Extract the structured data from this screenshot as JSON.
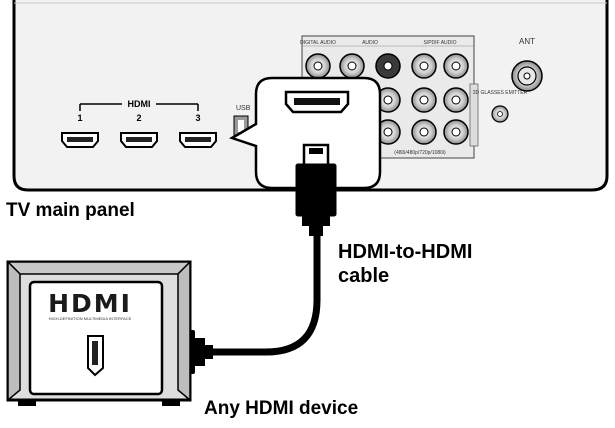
{
  "labels": {
    "tv_panel": "TV main panel",
    "cable_line1": "HDMI-to-HDMI",
    "cable_line2": "cable",
    "device": "Any HDMI device"
  },
  "tv_panel": {
    "hdmi_group_label": "HDMI",
    "hdmi_ports": [
      "1",
      "2",
      "3"
    ],
    "usb_label": "USB",
    "ant_label": "ANT",
    "audio_label": "AUDIO",
    "digital_audio_label": "DIGITAL AUDIO",
    "spdif_label": "S/PDIF AUDIO",
    "emitter_label": "3D GLASSES EMITTER",
    "component_label": "(480i/480p/720p/1080i)"
  },
  "device": {
    "logo_text": "HDMI",
    "logo_tagline": "HIGH-DEFINITION MULTIMEDIA INTERFACE"
  },
  "colors": {
    "line": "#000000",
    "panel_fill": "#f2f2f2",
    "device_fill": "#dedede",
    "logo_fill": "#1a1a1a"
  }
}
